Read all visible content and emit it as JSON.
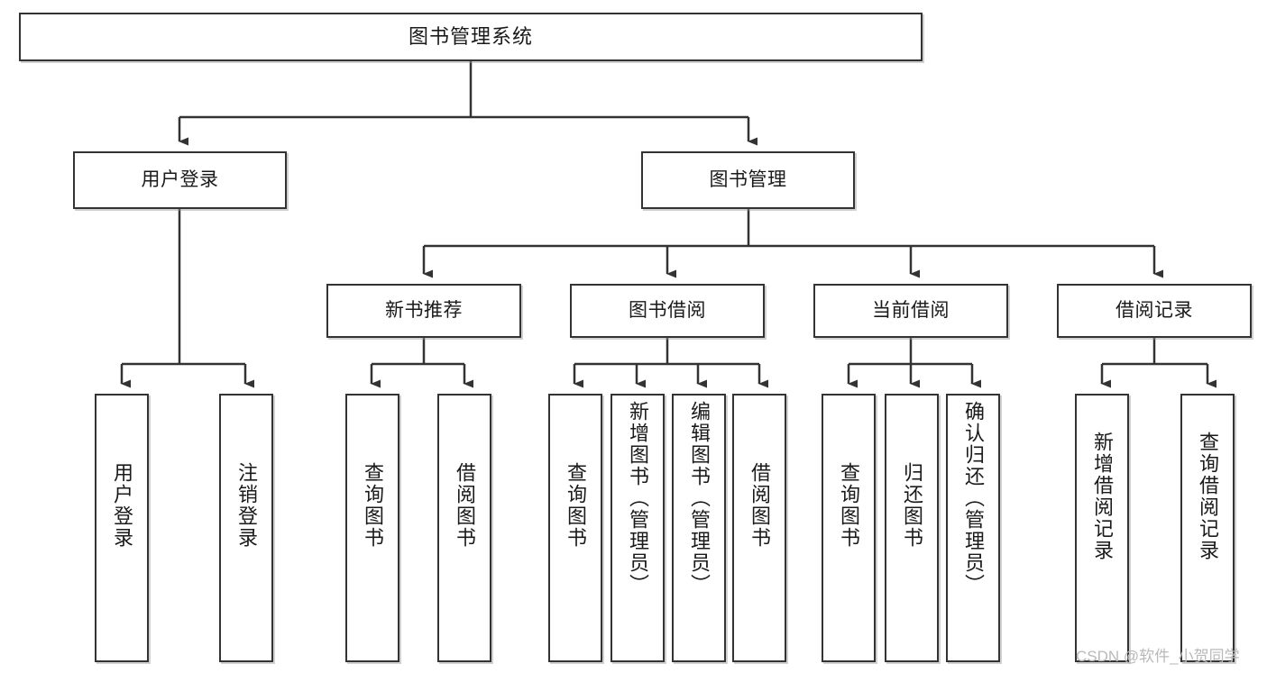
{
  "diagram": {
    "title": "图书管理系统",
    "type": "tree",
    "orientation": "top-down",
    "theme": {
      "background": "#ffffff",
      "box_fill": "#ffffff",
      "box_stroke": "#333333",
      "connector_stroke": "#333333",
      "text_color": "#1a1a1a",
      "watermark_color": "#b9b9b9"
    },
    "nodes": {
      "root": {
        "label": "图书管理系统",
        "level": 0
      },
      "user_login": {
        "label": "用户登录",
        "level": 1
      },
      "book_manage": {
        "label": "图书管理",
        "level": 1
      },
      "new_book_rec": {
        "label": "新书推荐",
        "level": 2
      },
      "book_borrow": {
        "label": "图书借阅",
        "level": 2
      },
      "current_borrow": {
        "label": "当前借阅",
        "level": 2
      },
      "borrow_record": {
        "label": "借阅记录",
        "level": 2
      },
      "leaf_user_login": {
        "label": "用户登录",
        "level": 3
      },
      "leaf_logout": {
        "label": "注销登录",
        "level": 3
      },
      "leaf_query_book_1": {
        "label": "查询图书",
        "level": 3
      },
      "leaf_borrow_book_1": {
        "label": "借阅图书",
        "level": 3
      },
      "leaf_query_book_2": {
        "label": "查询图书",
        "level": 3
      },
      "leaf_add_book": {
        "label": "新增图书（管理员）",
        "level": 3
      },
      "leaf_edit_book": {
        "label": "编辑图书（管理员）",
        "level": 3
      },
      "leaf_borrow_book_2": {
        "label": "借阅图书",
        "level": 3
      },
      "leaf_query_book_3": {
        "label": "查询图书",
        "level": 3
      },
      "leaf_return_book": {
        "label": "归还图书",
        "level": 3
      },
      "leaf_confirm_return": {
        "label": "确认归还（管理员）",
        "level": 3
      },
      "leaf_add_record": {
        "label": "新增借阅记录",
        "level": 3
      },
      "leaf_query_record": {
        "label": "查询借阅记录",
        "level": 3
      }
    },
    "edges": [
      {
        "from": "root",
        "to": "user_login"
      },
      {
        "from": "root",
        "to": "book_manage"
      },
      {
        "from": "user_login",
        "to": "leaf_user_login"
      },
      {
        "from": "user_login",
        "to": "leaf_logout"
      },
      {
        "from": "book_manage",
        "to": "new_book_rec"
      },
      {
        "from": "book_manage",
        "to": "book_borrow"
      },
      {
        "from": "book_manage",
        "to": "current_borrow"
      },
      {
        "from": "book_manage",
        "to": "borrow_record"
      },
      {
        "from": "new_book_rec",
        "to": "leaf_query_book_1"
      },
      {
        "from": "new_book_rec",
        "to": "leaf_borrow_book_1"
      },
      {
        "from": "book_borrow",
        "to": "leaf_query_book_2"
      },
      {
        "from": "book_borrow",
        "to": "leaf_add_book"
      },
      {
        "from": "book_borrow",
        "to": "leaf_edit_book"
      },
      {
        "from": "book_borrow",
        "to": "leaf_borrow_book_2"
      },
      {
        "from": "current_borrow",
        "to": "leaf_query_book_3"
      },
      {
        "from": "current_borrow",
        "to": "leaf_return_book"
      },
      {
        "from": "current_borrow",
        "to": "leaf_confirm_return"
      },
      {
        "from": "borrow_record",
        "to": "leaf_add_record"
      },
      {
        "from": "borrow_record",
        "to": "leaf_query_record"
      }
    ]
  },
  "watermark": {
    "text": "CSDN @软件_小贺同学"
  }
}
